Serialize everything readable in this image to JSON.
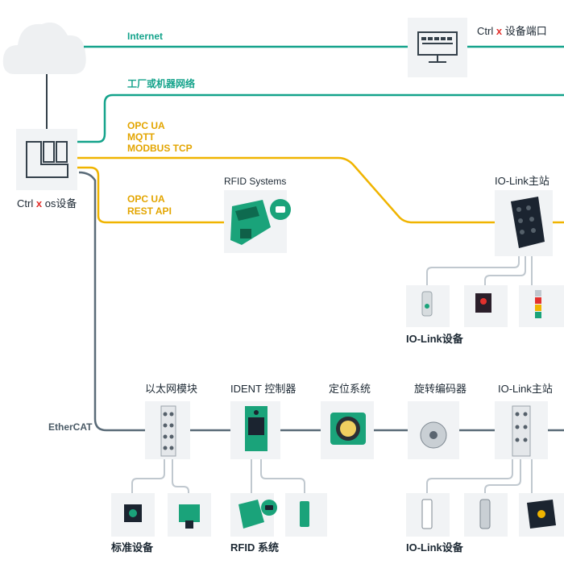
{
  "colors": {
    "teal": "#14a38b",
    "amber": "#f0b400",
    "slate": "#5a6b78",
    "light": "#c0c8cf",
    "box": "#f1f3f5",
    "device_green": "#1aa37a",
    "dark": "#1c2833",
    "red": "#e3312d"
  },
  "top": {
    "internet": "Internet",
    "factory_network": "工厂或机器网络",
    "protocols": [
      "OPC UA",
      "MQTT",
      "MODBUS TCP"
    ],
    "protocols2": [
      "OPC UA",
      "REST API"
    ],
    "ethercat": "EtherCAT"
  },
  "devices": {
    "ctrlx_os": {
      "brand": "Ctrl",
      "x": "x",
      "suffix": " os设备"
    },
    "ctrlx_port": {
      "brand": "Ctrl",
      "x": "x",
      "suffix": " 设备端口"
    },
    "rfid_systems": "RFID Systems",
    "iolink_master_top": "IO-Link主站",
    "iolink_devices_top": "IO-Link设备"
  },
  "bottom": {
    "ethernet_module": "以太网模块",
    "ident_controller": "IDENT 控制器",
    "positioning": "定位系统",
    "encoder": "旋转编码器",
    "iolink_master": "IO-Link主站",
    "standard_devices": "标准设备",
    "rfid_system": "RFID 系统",
    "iolink_devices": "IO-Link设备"
  }
}
